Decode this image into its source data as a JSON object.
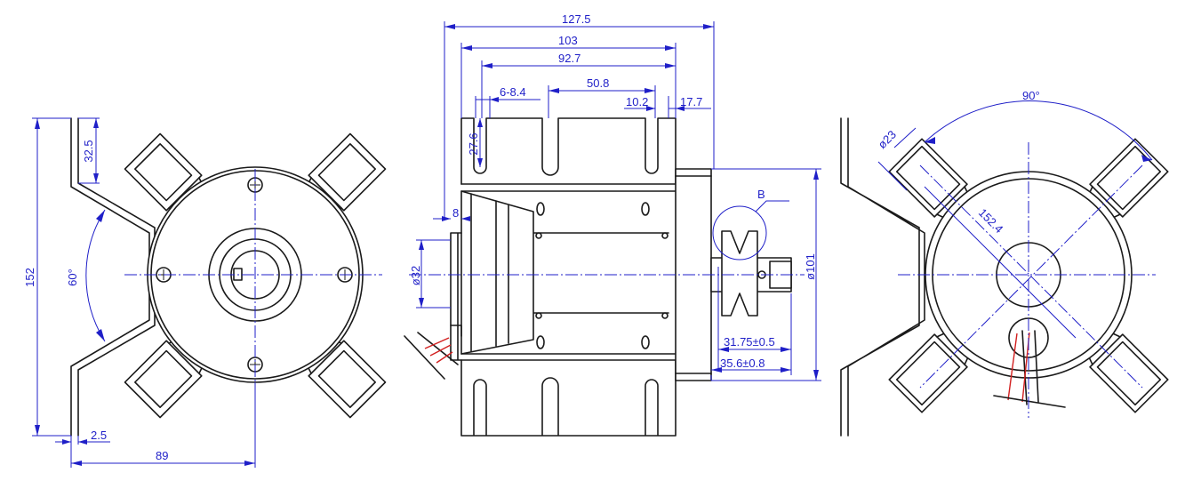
{
  "colors": {
    "outline": "#1a1a1a",
    "dimension": "#1f1fc8",
    "wire": "#d22020",
    "background": "#ffffff"
  },
  "dimensions": {
    "front": {
      "height": "152",
      "bracket_top": "32.5",
      "angle": "60°",
      "bracket_thickness": "2.5",
      "half_width": "89"
    },
    "side": {
      "overall_length": "127.5",
      "body_length": "103",
      "heatsink_length": "92.7",
      "slot_spacing": "50.8",
      "slot_width": "6-8.4",
      "slot_edge": "10.2",
      "flange": "17.7",
      "slot_depth": "27.6",
      "boss_step": "8",
      "boss_dia": "ø32",
      "pulley_pos": "31.75±0.5",
      "shaft_ext": "35.6±0.8",
      "body_dia": "ø101",
      "detail": "B"
    },
    "rear": {
      "angle": "90°",
      "foot_dia": "ø23",
      "pcd": "152.4"
    }
  }
}
